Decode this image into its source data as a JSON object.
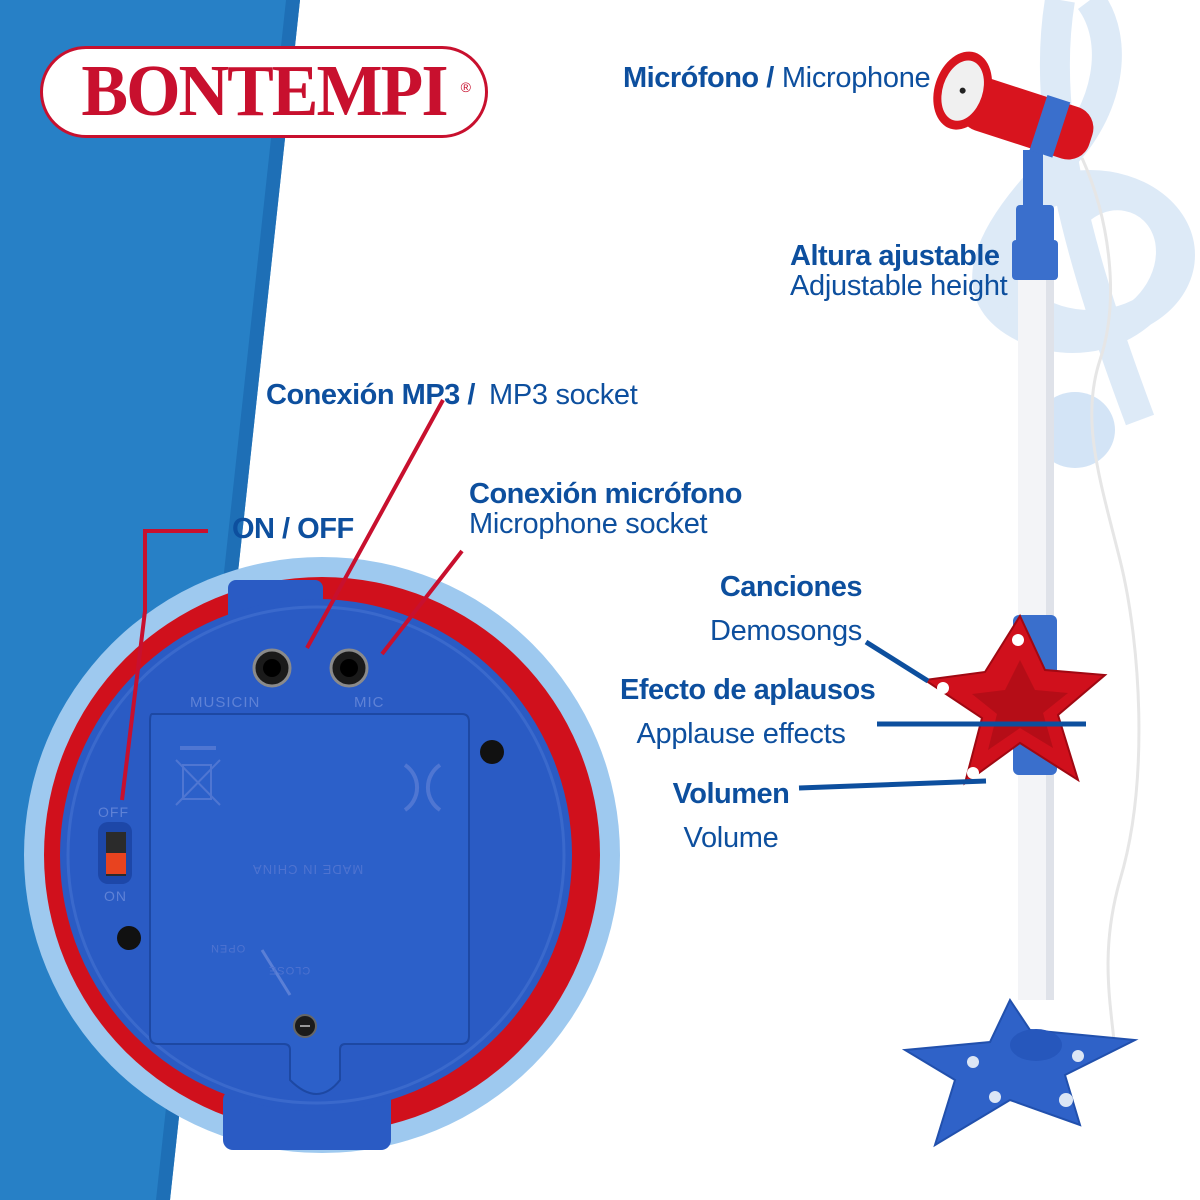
{
  "brand": {
    "name": "BONTEMPI",
    "registered_mark": "®",
    "color": "#c8102e"
  },
  "colors": {
    "left_panel_blue": "#2780c6",
    "left_panel_edge": "#1e6fb6",
    "label_blue": "#0d4f9e",
    "leader_red": "#c8102e",
    "leader_blue": "#0d4f9e",
    "toy_red": "#d0101c",
    "toy_blue": "#2a5bc4",
    "ring_light_blue": "#9ec9ef",
    "clef_watermark": "#dce9f7"
  },
  "callouts": {
    "microphone": {
      "es": "Micrófono /",
      "en": "Microphone"
    },
    "adjustable_height": {
      "es": "Altura ajustable",
      "en": "Adjustable height"
    },
    "mp3_socket": {
      "es": "Conexión MP3 /",
      "en": "MP3 socket"
    },
    "mic_socket": {
      "es": "Conexión micrófono",
      "en": "Microphone socket"
    },
    "on_off": {
      "es": "ON / OFF"
    },
    "demosongs": {
      "es": "Canciones",
      "en": "Demosongs"
    },
    "applause": {
      "es": "Efecto de aplausos",
      "en": "Applause effects"
    },
    "volume": {
      "es": "Volumen",
      "en": "Volume"
    }
  },
  "device_back": {
    "jack_left_label": "MUSICIN",
    "jack_right_label": "MIC",
    "switch_off_label": "OFF",
    "switch_on_label": "ON",
    "made_in_label": "MADE IN CHINA",
    "open_label": "OPEN",
    "close_label": "CLOSE"
  }
}
